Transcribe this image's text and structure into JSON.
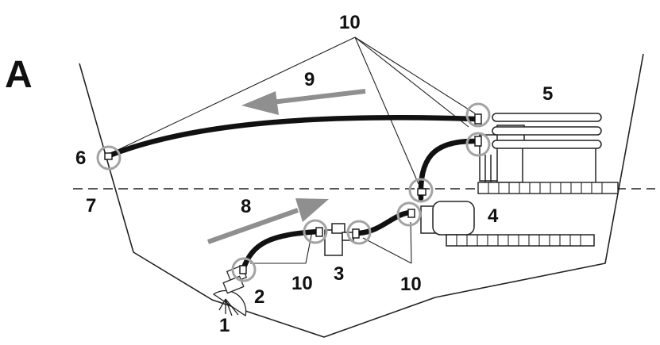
{
  "figure": {
    "panel_label": "A",
    "callouts": {
      "top_fittings": "10",
      "bottom_left_fittings": "10",
      "bottom_right_fittings": "10",
      "seacock": "1",
      "strainer": "2",
      "pump": "3",
      "engine": "4",
      "heat_exchanger": "5",
      "thru_hull_outlet": "6",
      "waterline": "7",
      "inflow_arrow": "8",
      "outflow_arrow": "9"
    }
  },
  "colors": {
    "hose": "#111111",
    "arrow": "#8f8f8f",
    "highlight_ring": "#a3a3a3",
    "outline": "#222222"
  }
}
